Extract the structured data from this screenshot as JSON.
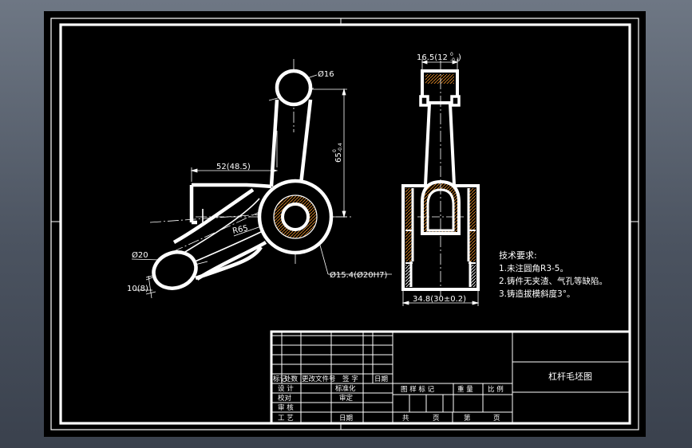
{
  "drawing": {
    "dims": {
      "dia16": "Ø16",
      "d52": "52(48.5)",
      "d65": "65",
      "d65_tol_top": "0",
      "d65_tol_bot": "-0.4",
      "r65": "R65",
      "dia20": "Ø20",
      "d10": "10(8)",
      "dia154": "Ø15.4(Ø20H7)",
      "d165": "16.5(12",
      "d165_tol_top": "0",
      "d165_tol_bot": "-0.1",
      "d165_close": ")",
      "d348": "34.8(30±0.2)"
    },
    "notes": {
      "title": "技术要求:",
      "line1": "1.未注圆角R3-5。",
      "line2": "2.铸件无夹渣、气孔等缺陷。",
      "line3": "3.铸造拔模斜度3°。"
    }
  },
  "title_block": {
    "drawing_name": "杠杆毛坯图",
    "c_mark": "标记",
    "c_count": "处数",
    "c_doc": "更改文件号",
    "c_sign": "签 字",
    "c_date": "日期",
    "r_design": "设 计",
    "r_std": "标准化",
    "r_check": "校对",
    "r_review": "审定",
    "r_audit": "审 核",
    "r_craft": "工 艺",
    "r_date2": "日期",
    "stage": "图 样 标 记",
    "weight": "重 量",
    "scale": "比 例",
    "total": "共",
    "page": "页",
    "sheet_no": "第",
    "page2": "页"
  }
}
